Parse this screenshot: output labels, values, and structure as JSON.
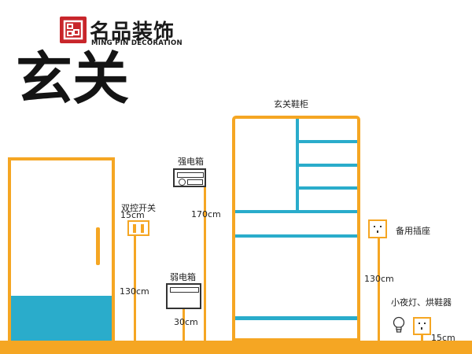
{
  "logo": {
    "mark": "品",
    "name_cn": "名品装饰",
    "name_en": "MING PIN DECORATION"
  },
  "title": "玄关",
  "labels": {
    "double_switch": "双控开关",
    "double_switch_offset": "15cm",
    "double_switch_height": "130cm",
    "strong_box": "强电箱",
    "strong_box_height": "170cm",
    "weak_box": "弱电箱",
    "weak_box_height": "30cm",
    "shoe_cabinet": "玄关鞋柜",
    "spare_socket": "备用插座",
    "spare_socket_height": "130cm",
    "night_light": "小夜灯、烘鞋器",
    "night_light_height": "15cm"
  },
  "colors": {
    "accent": "#f5a623",
    "teal": "#2aaccb",
    "brand": "#c8262b"
  }
}
